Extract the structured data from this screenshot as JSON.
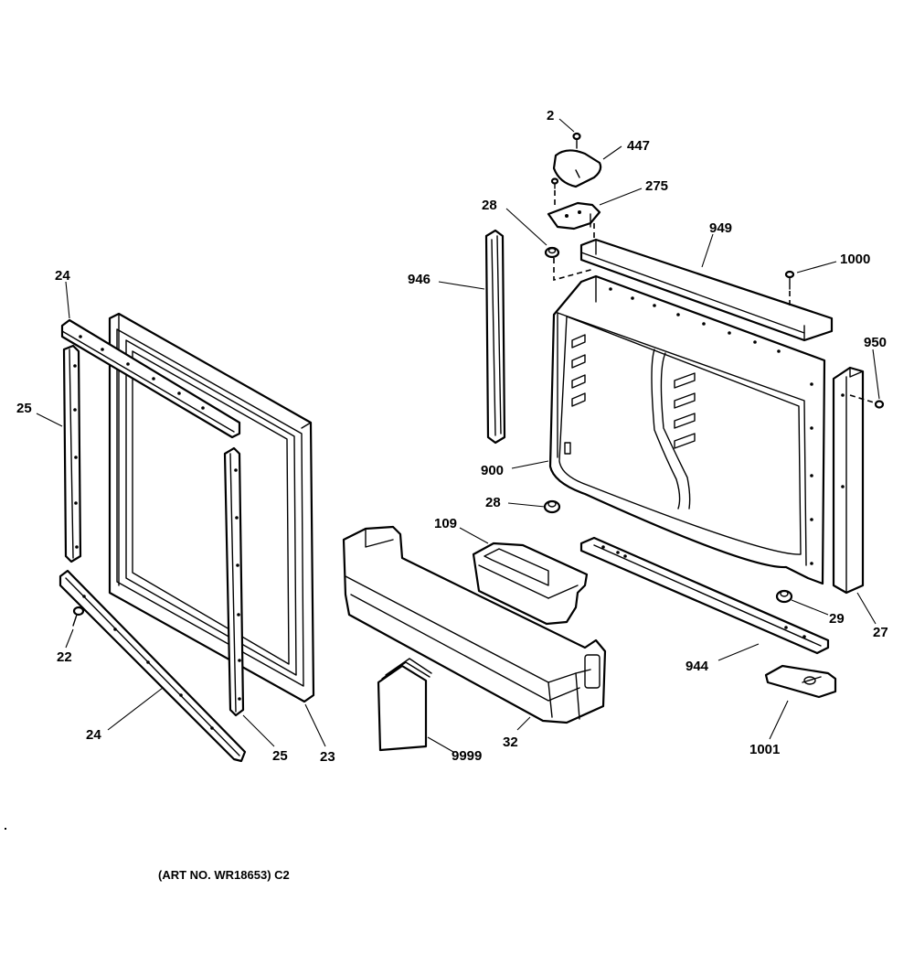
{
  "diagram": {
    "callouts": {
      "p2": "2",
      "p447": "447",
      "p275": "275",
      "p28_top": "28",
      "p949": "949",
      "p1000": "1000",
      "p946": "946",
      "p24_top": "24",
      "p25_left": "25",
      "p950": "950",
      "p900": "900",
      "p28_mid": "28",
      "p109": "109",
      "p29": "29",
      "p27": "27",
      "p944": "944",
      "p22": "22",
      "p24_bottom": "24",
      "p25_bottom": "25",
      "p23": "23",
      "p9999": "9999",
      "p32": "32",
      "p1001": "1001"
    },
    "art_number": "(ART NO. WR18653) C2"
  }
}
